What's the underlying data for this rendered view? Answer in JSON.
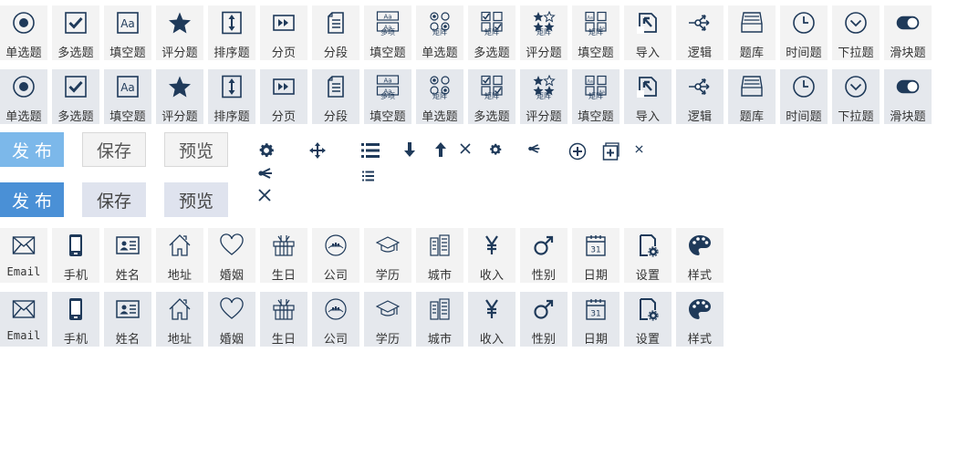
{
  "icon_color": "#1f3a5a",
  "question_types": [
    {
      "label": "单选题",
      "icon": "radio-icon"
    },
    {
      "label": "多选题",
      "icon": "checkbox-icon"
    },
    {
      "label": "填空题",
      "icon": "fill-blank-icon"
    },
    {
      "label": "评分题",
      "icon": "star-icon"
    },
    {
      "label": "排序题",
      "icon": "sort-icon"
    },
    {
      "label": "分页",
      "icon": "page-break-icon"
    },
    {
      "label": "分段",
      "icon": "paragraph-icon"
    },
    {
      "label": "填空题",
      "icon": "multi-fill-icon",
      "sub": "多项"
    },
    {
      "label": "单选题",
      "icon": "matrix-radio-icon",
      "sub": "矩阵"
    },
    {
      "label": "多选题",
      "icon": "matrix-checkbox-icon",
      "sub": "矩阵"
    },
    {
      "label": "评分题",
      "icon": "matrix-star-icon",
      "sub": "矩阵"
    },
    {
      "label": "填空题",
      "icon": "matrix-fill-icon",
      "sub": "矩阵"
    },
    {
      "label": "导入",
      "icon": "import-icon"
    },
    {
      "label": "逻辑",
      "icon": "logic-icon"
    },
    {
      "label": "题库",
      "icon": "question-bank-icon"
    },
    {
      "label": "时间题",
      "icon": "clock-icon"
    },
    {
      "label": "下拉题",
      "icon": "dropdown-icon"
    },
    {
      "label": "滑块题",
      "icon": "toggle-icon"
    }
  ],
  "buttons": {
    "publish": "发布",
    "save": "保存",
    "preview": "预览"
  },
  "toolbar_icons": [
    "gear-icon",
    "move-icon",
    "list-icon",
    "arrow-down-icon",
    "arrow-up-icon",
    "close-icon",
    "gear-icon",
    "branch-icon",
    "add-circle-icon",
    "add-square-icon",
    "close-icon",
    "branch-icon",
    "list-icon",
    "close-icon"
  ],
  "info_fields": [
    {
      "label": "Email",
      "icon": "email-icon"
    },
    {
      "label": "手机",
      "icon": "phone-icon"
    },
    {
      "label": "姓名",
      "icon": "id-card-icon"
    },
    {
      "label": "地址",
      "icon": "house-icon"
    },
    {
      "label": "婚姻",
      "icon": "heart-icon"
    },
    {
      "label": "生日",
      "icon": "gift-icon"
    },
    {
      "label": "公司",
      "icon": "company-icon"
    },
    {
      "label": "学历",
      "icon": "graduation-cap-icon"
    },
    {
      "label": "城市",
      "icon": "city-icon"
    },
    {
      "label": "收入",
      "icon": "yen-icon"
    },
    {
      "label": "性别",
      "icon": "gender-icon"
    },
    {
      "label": "日期",
      "icon": "calendar-icon"
    },
    {
      "label": "设置",
      "icon": "settings-doc-icon"
    },
    {
      "label": "样式",
      "icon": "palette-icon"
    }
  ],
  "calendar_day": "31"
}
